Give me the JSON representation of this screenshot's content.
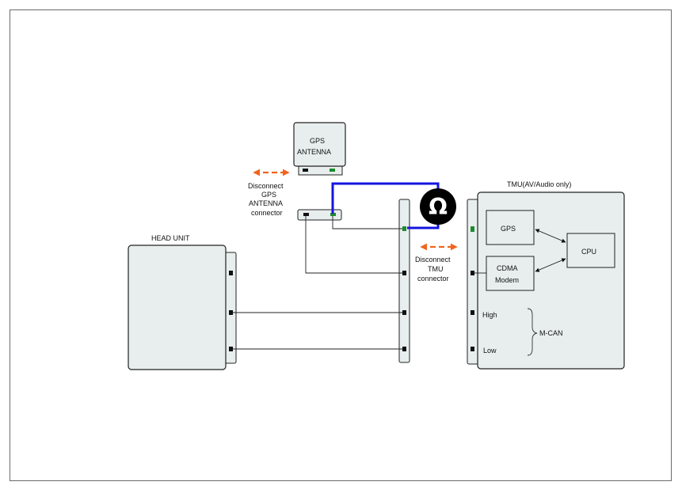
{
  "colors": {
    "box_fill": "#e8eeee",
    "box_stroke": "#222222",
    "pin_black": "#111111",
    "pin_green": "#1e8a2e",
    "wire_blue": "#1414e0",
    "arrow_orange": "#f0641e",
    "meter_fill": "#000000"
  },
  "labels": {
    "gps_antenna_line1": "GPS",
    "gps_antenna_line2": "ANTENNA",
    "disconnect_gps_line1": "Disconnect",
    "disconnect_gps_line2": "GPS",
    "disconnect_gps_line3": "ANTENNA",
    "disconnect_gps_line4": "connector",
    "head_unit": "HEAD UNIT",
    "tmu_title": "TMU(AV/Audio only)",
    "disconnect_tmu_line1": "Disconnect",
    "disconnect_tmu_line2": "TMU",
    "disconnect_tmu_line3": "connector",
    "gps": "GPS",
    "cpu": "CPU",
    "cdma_line1": "CDMA",
    "cdma_line2": "Modem",
    "high": "High",
    "low": "Low",
    "mcan": "M-CAN"
  },
  "icons": {
    "ohmmeter": "ohm-meter-icon",
    "ohm_symbol": "Ω"
  }
}
